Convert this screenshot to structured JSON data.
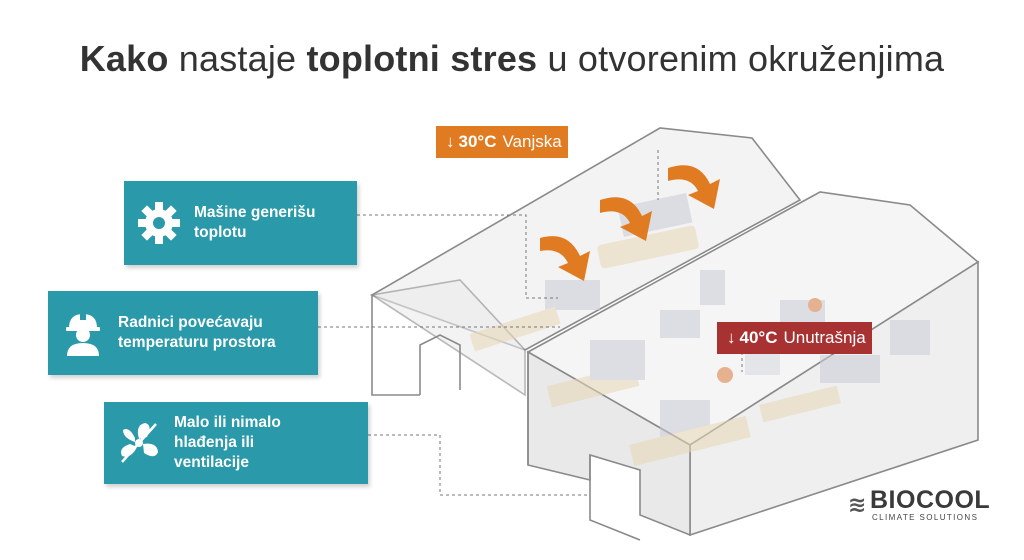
{
  "title": {
    "part1": "Kako",
    "part2": " nastaje ",
    "part3": "toplotni stres",
    "part4": " u otvorenim okruženjima"
  },
  "callouts": [
    {
      "text": "Mašine generišu\ntoplotu",
      "icon": "gear-icon"
    },
    {
      "text": "Radnici povećavaju\ntemperaturu prostora",
      "icon": "worker-helmet-icon"
    },
    {
      "text": "Malo ili nimalo\nhlađenja ili\nventilacije",
      "icon": "fan-icon"
    }
  ],
  "outside_tag": {
    "temp": "30°C",
    "label": "Vanjska",
    "color": "#e07b22"
  },
  "inside_tag": {
    "temp": "40°C",
    "label": "Unutrašnja",
    "color": "#a83232"
  },
  "logo": {
    "name": "BIOCOOL",
    "tagline": "CLIMATE SOLUTIONS"
  },
  "colors": {
    "callout": "#2a9aaa",
    "arrow": "#e07b22"
  }
}
